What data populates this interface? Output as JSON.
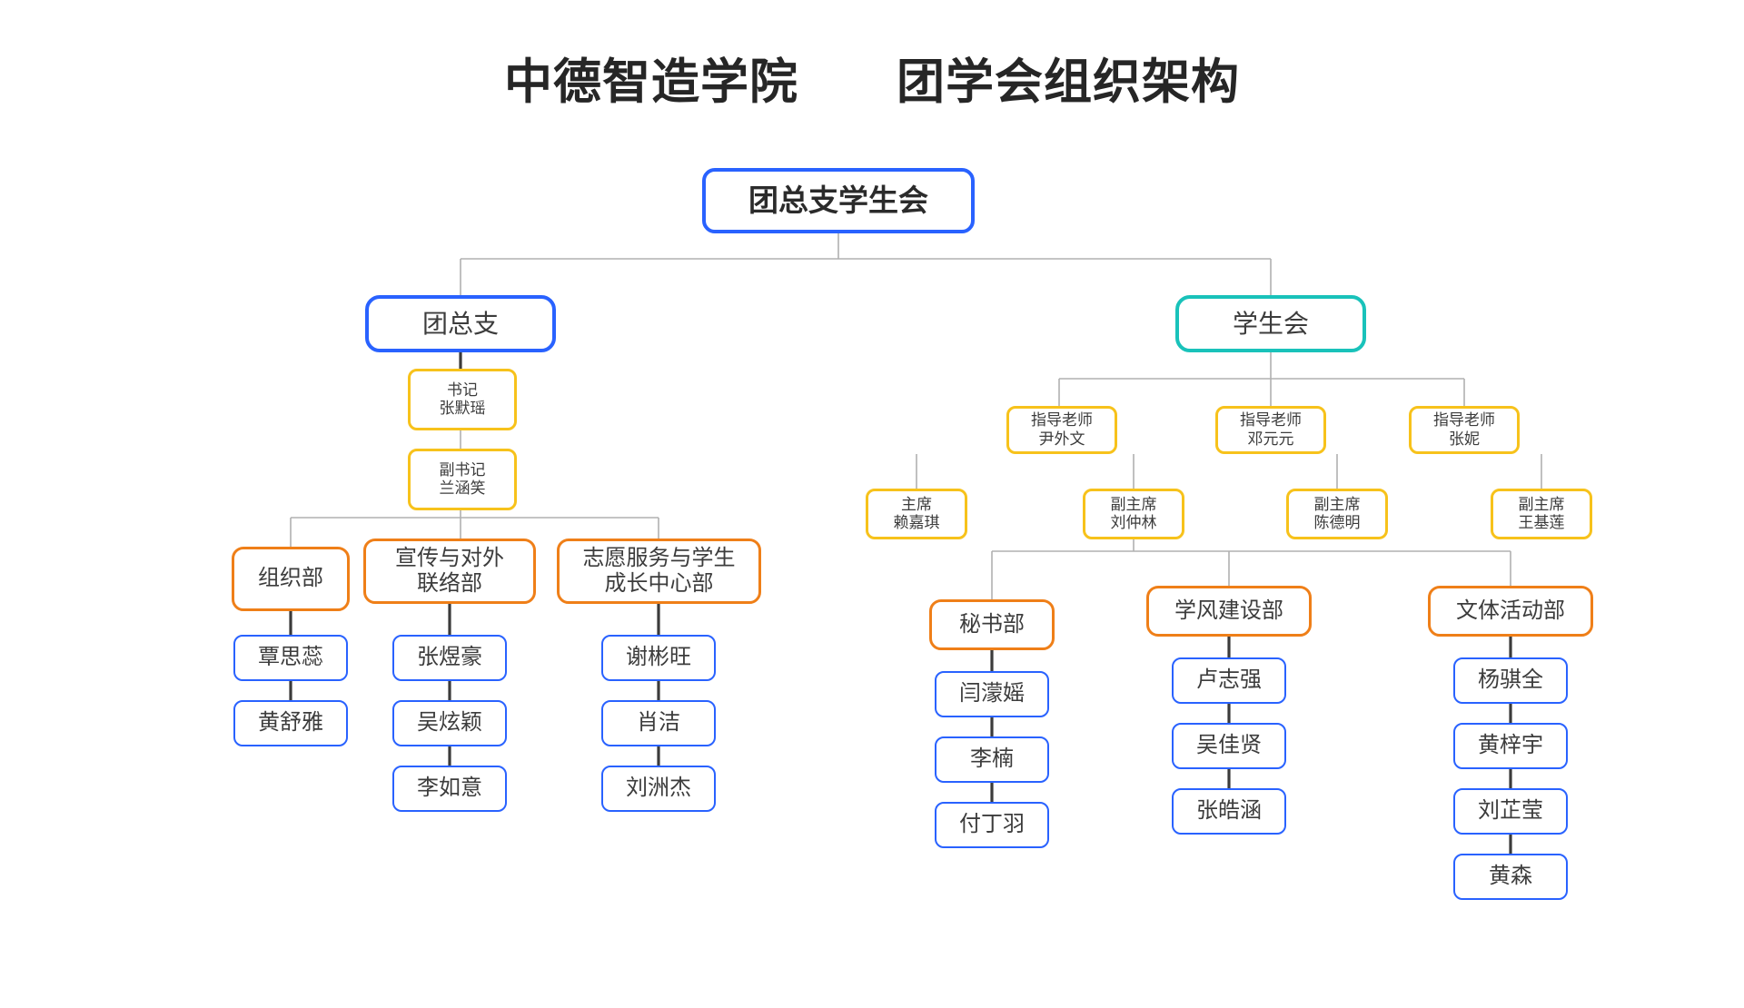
{
  "page": {
    "title": "中德智造学院　　团学会组织架构",
    "type": "organization-chart"
  },
  "colors": {
    "root_border": "#2962ff",
    "blue_border": "#2962ff",
    "teal_border": "#19c2ba",
    "yellow_border": "#f7c21b",
    "orange_border": "#ef7f18",
    "text": "#3c3c3c",
    "title_text": "#262626",
    "connector_thin": "#b0b0b0",
    "connector_stem": "#3b3b3b",
    "background": "#ffffff"
  },
  "chart_data": {
    "type": "tree",
    "root": {
      "label": "团总支学生会",
      "style": "root-blue",
      "children": [
        {
          "label": "团总支",
          "style": "blue-head",
          "children": [
            {
              "label": "书记\n张默瑶",
              "role": "书记",
              "name": "张默瑶",
              "style": "yellow",
              "children": [
                {
                  "label": "副书记\n兰涵笑",
                  "role": "副书记",
                  "name": "兰涵笑",
                  "style": "yellow",
                  "children": [
                    {
                      "label": "组织部",
                      "style": "orange",
                      "members": [
                        "覃思蕊",
                        "黄舒雅"
                      ]
                    },
                    {
                      "label": "宣传与对外\n联络部",
                      "style": "orange",
                      "members": [
                        "张煜豪",
                        "吴炫颖",
                        "李如意"
                      ]
                    },
                    {
                      "label": "志愿服务与学生\n成长中心部",
                      "style": "orange",
                      "members": [
                        "谢彬旺",
                        "肖洁",
                        "刘洲杰"
                      ]
                    }
                  ]
                }
              ]
            }
          ]
        },
        {
          "label": "学生会",
          "style": "teal-head",
          "advisors": [
            {
              "label": "指导老师\n尹外文",
              "role": "指导老师",
              "name": "尹外文",
              "style": "yellow"
            },
            {
              "label": "指导老师\n邓元元",
              "role": "指导老师",
              "name": "邓元元",
              "style": "yellow"
            },
            {
              "label": "指导老师\n张妮",
              "role": "指导老师",
              "name": "张妮",
              "style": "yellow"
            }
          ],
          "chairs": [
            {
              "label": "主席\n赖嘉琪",
              "role": "主席",
              "name": "赖嘉琪",
              "style": "yellow"
            },
            {
              "label": "副主席\n刘仲林",
              "role": "副主席",
              "name": "刘仲林",
              "style": "yellow"
            },
            {
              "label": "副主席\n陈德明",
              "role": "副主席",
              "name": "陈德明",
              "style": "yellow"
            },
            {
              "label": "副主席\n王基莲",
              "role": "副主席",
              "name": "王基莲",
              "style": "yellow"
            }
          ],
          "departments": [
            {
              "label": "秘书部",
              "style": "orange",
              "members": [
                "闫濛媱",
                "李楠",
                "付丁羽"
              ]
            },
            {
              "label": "学风建设部",
              "style": "orange",
              "members": [
                "卢志强",
                "吴佳贤",
                "张皓涵"
              ]
            },
            {
              "label": "文体活动部",
              "style": "orange",
              "members": [
                "杨骐全",
                "黄梓宇",
                "刘芷莹",
                "黄森"
              ]
            }
          ]
        }
      ]
    }
  },
  "nodes": {
    "root": "团总支学生会",
    "tuanzongzhi": "团总支",
    "xueshenghui": "学生会",
    "shuji": "书记\n张默瑶",
    "fushuji": "副书记\n兰涵笑",
    "dept_zuzhi": "组织部",
    "dept_xuanchuan": "宣传与对外\n联络部",
    "dept_zhiyuan": "志愿服务与学生\n成长中心部",
    "zuzhi_m1": "覃思蕊",
    "zuzhi_m2": "黄舒雅",
    "xuanchuan_m1": "张煜豪",
    "xuanchuan_m2": "吴炫颖",
    "xuanchuan_m3": "李如意",
    "zhiyuan_m1": "谢彬旺",
    "zhiyuan_m2": "肖洁",
    "zhiyuan_m3": "刘洲杰",
    "advisor1": "指导老师\n尹外文",
    "advisor2": "指导老师\n邓元元",
    "advisor3": "指导老师\n张妮",
    "chair1": "主席\n赖嘉琪",
    "chair2": "副主席\n刘仲林",
    "chair3": "副主席\n陈德明",
    "chair4": "副主席\n王基莲",
    "dept_mishu": "秘书部",
    "dept_xuefeng": "学风建设部",
    "dept_wenti": "文体活动部",
    "mishu_m1": "闫濛媱",
    "mishu_m2": "李楠",
    "mishu_m3": "付丁羽",
    "xuefeng_m1": "卢志强",
    "xuefeng_m2": "吴佳贤",
    "xuefeng_m3": "张皓涵",
    "wenti_m1": "杨骐全",
    "wenti_m2": "黄梓宇",
    "wenti_m3": "刘芷莹",
    "wenti_m4": "黄森"
  }
}
